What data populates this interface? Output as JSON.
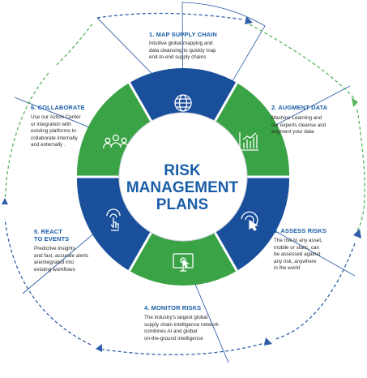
{
  "center": {
    "title": "RISK\nMANAGEMENT\nPLANS"
  },
  "steps": [
    {
      "title": "1. MAP SUPPLY CHAIN",
      "desc": "Intuitive global mapping and\ndata cleansing to quickly map\nend-to-end supply chains",
      "icon": "globe-icon"
    },
    {
      "title": "2. AUGMENT DATA",
      "desc": "Machine Learning and\nour experts cleanse and\naugment your data",
      "icon": "bar-chart-icon"
    },
    {
      "title": "3. ASSESS RISKS",
      "desc": "The risk to any asset,\nmobile or static, can\nbe assessed against\nany risk, anywhere\nin the world",
      "icon": "touch-target-icon"
    },
    {
      "title": "4. MONITOR RISKS",
      "desc": "The industry's largest global\nsupply chain intelligence network\ncombines AI and global\non-the-ground intelligence",
      "icon": "monitor-touch-icon"
    },
    {
      "title": "5. REACT\nTO EVENTS",
      "desc": "Predictive insights\nand fast, accurate alerts\nareintegrated into\nexisting workflows",
      "icon": "tap-icon"
    },
    {
      "title": "6. COLLABORATE",
      "desc": "Use our Action Center\nor integration with\nexisting platforms to\ncollaborate internally\nand externally .",
      "icon": "team-icon"
    }
  ],
  "colors": {
    "navy": "#1a4f9c",
    "green": "#3aa345",
    "title_blue": "#1a5ea8",
    "arrow": "#2e5fa8",
    "dash_green": "#5ab55f"
  }
}
